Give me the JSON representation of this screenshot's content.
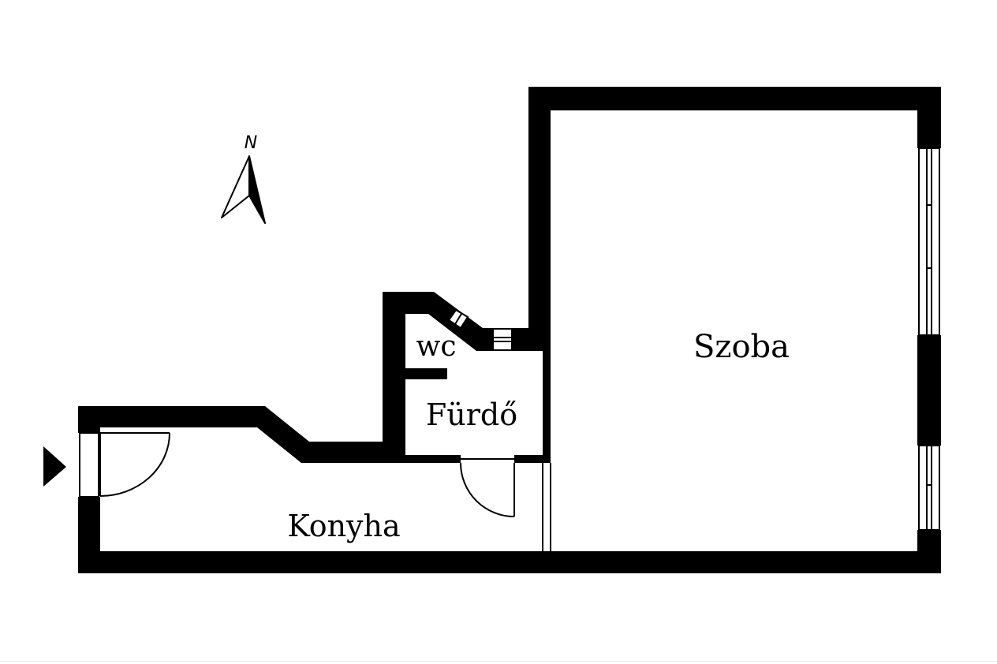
{
  "compass": {
    "label": "N",
    "icon": "north-arrow-icon"
  },
  "rooms": {
    "szoba": "Szoba",
    "wc": "wc",
    "furdo": "Fürdő",
    "konyha": "Konyha"
  },
  "entrance": {
    "icon": "entrance-arrow-icon"
  },
  "colors": {
    "wall": "#000000",
    "background": "#ffffff"
  }
}
